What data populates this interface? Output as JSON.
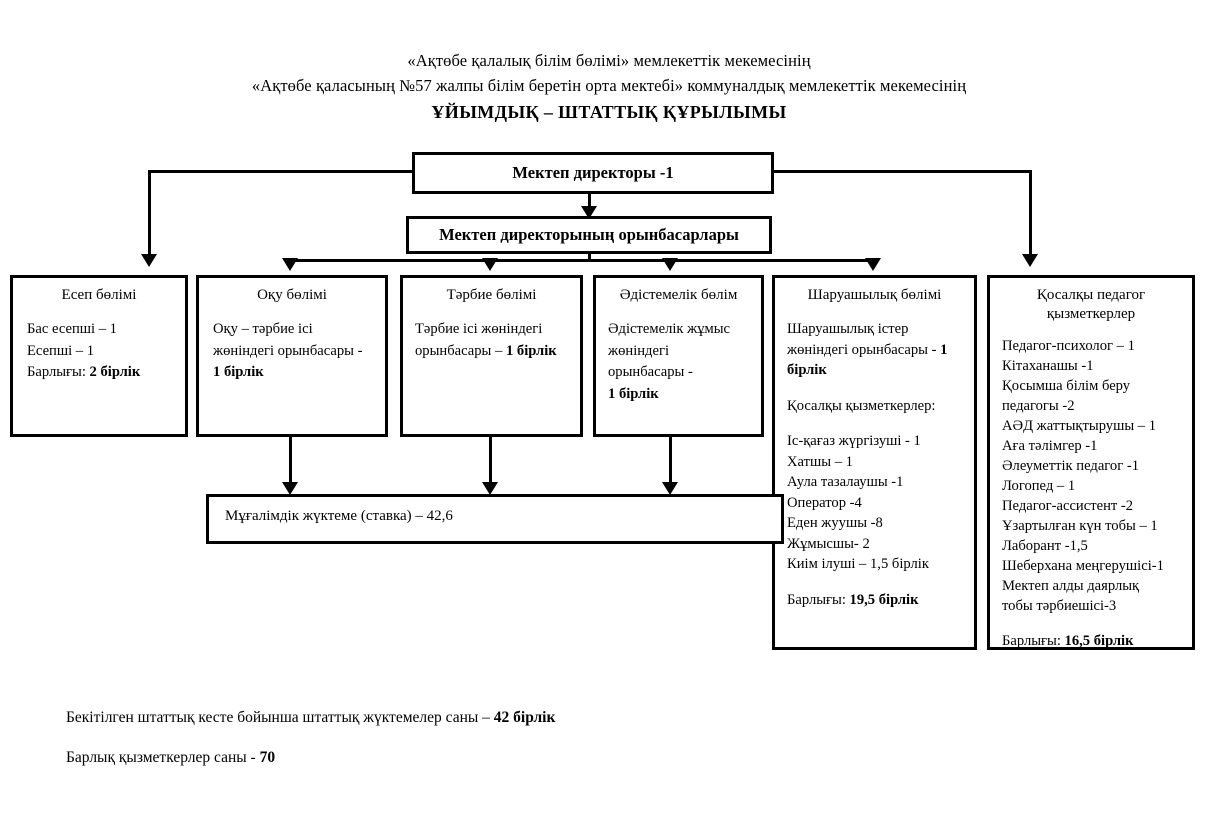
{
  "title": {
    "line1": "«Ақтөбе қалалық білім бөлімі» мемлекеттік мекемесінің",
    "line2": "«Ақтөбе қаласының №57 жалпы білім беретін орта мектебі» коммуналдық мемлекеттік мекемесінің",
    "line3": "ҰЙЫМДЫҚ – ШТАТТЫҚ ҚҰРЫЛЫМЫ"
  },
  "nodes": {
    "director": "Мектеп директоры -1",
    "deputies": "Мектеп директорының орынбасарлары",
    "teaching_load": "Мұғалімдік жүктеме (ставка) – 42,6"
  },
  "departments": [
    {
      "id": "accounting",
      "head": "Есеп  бөлімі",
      "lines": [
        {
          "text": "Бас есепші – 1"
        },
        {
          "text": "Есепші – 1"
        },
        {
          "label": "Барлығы: ",
          "bold": "2 бірлік"
        }
      ]
    },
    {
      "id": "education",
      "head": "Оқу бөлімі",
      "lines": [
        {
          "text": "Оқу – тәрбие ісі"
        },
        {
          "text": "жөніндегі орынбасары -"
        },
        {
          "bold": "1 бірлік"
        }
      ]
    },
    {
      "id": "upbringing",
      "head": "Тәрбие бөлімі",
      "lines": [
        {
          "text": "Тәрбие ісі жөніндегі"
        },
        {
          "label": "орынбасары – ",
          "bold": "1 бірлік"
        }
      ]
    },
    {
      "id": "methodical",
      "head": "Әдістемелік бөлім",
      "lines": [
        {
          "text": "Әдістемелік жұмыс"
        },
        {
          "text": "жөніндегі"
        },
        {
          "text": "орынбасары -"
        },
        {
          "bold": "1 бірлік"
        }
      ]
    },
    {
      "id": "household",
      "head": "Шаруашылық бөлімі",
      "lines": [
        {
          "text": "Шаруашылық істер"
        },
        {
          "label": "жөніндегі орынбасары - ",
          "bold": "1"
        },
        {
          "bold": "бірлік"
        },
        {
          "text": "Қосалқы қызметкерлер:",
          "gap": true
        },
        {
          "text": "Іс-қағаз жүргізуші - 1",
          "gap": true
        },
        {
          "text": "Хатшы – 1"
        },
        {
          "text": "Аула тазалаушы -1"
        },
        {
          "text": "Оператор -4"
        },
        {
          "text": "Еден жуушы -8"
        },
        {
          "text": "Жұмысшы- 2"
        },
        {
          "text": "Киім ілуші – 1,5 бірлік"
        },
        {
          "label": "Барлығы: ",
          "bold": "19,5 бірлік",
          "gap": true
        }
      ]
    },
    {
      "id": "auxiliary-pedagogical",
      "head": "Қосалқы педагог\nқызметкерлер",
      "lines": [
        {
          "text": "Педагог-психолог – 1"
        },
        {
          "text": "Кітаханашы -1"
        },
        {
          "text": "Қосымша білім беру"
        },
        {
          "text": "педагогы -2"
        },
        {
          "text": "АӘД жаттықтырушы – 1"
        },
        {
          "text": "Аға тәлімгер -1"
        },
        {
          "text": "Әлеуметтік педагог -1"
        },
        {
          "text": "Логопед – 1"
        },
        {
          "text": "Педагог-ассистент -2"
        },
        {
          "text": "Ұзартылған күн тобы – 1"
        },
        {
          "text": "Лаборант -1,5"
        },
        {
          "text": "Шеберхана меңгерушісі-1"
        },
        {
          "text": "Мектеп алды даярлық"
        },
        {
          "text": "тобы тәрбиешісі-3"
        },
        {
          "label": "Барлығы: ",
          "bold": "16,5 бірлік",
          "gap": true
        }
      ]
    }
  ],
  "footer": {
    "line1_label": "Бекітілген штаттық кесте бойынша штаттық жүктемелер саны – ",
    "line1_bold": "42 бірлік",
    "line2_label": "Барлық қызметкерлер саны - ",
    "line2_bold": "70"
  },
  "colors": {
    "ink": "#000000",
    "paper": "#ffffff"
  }
}
